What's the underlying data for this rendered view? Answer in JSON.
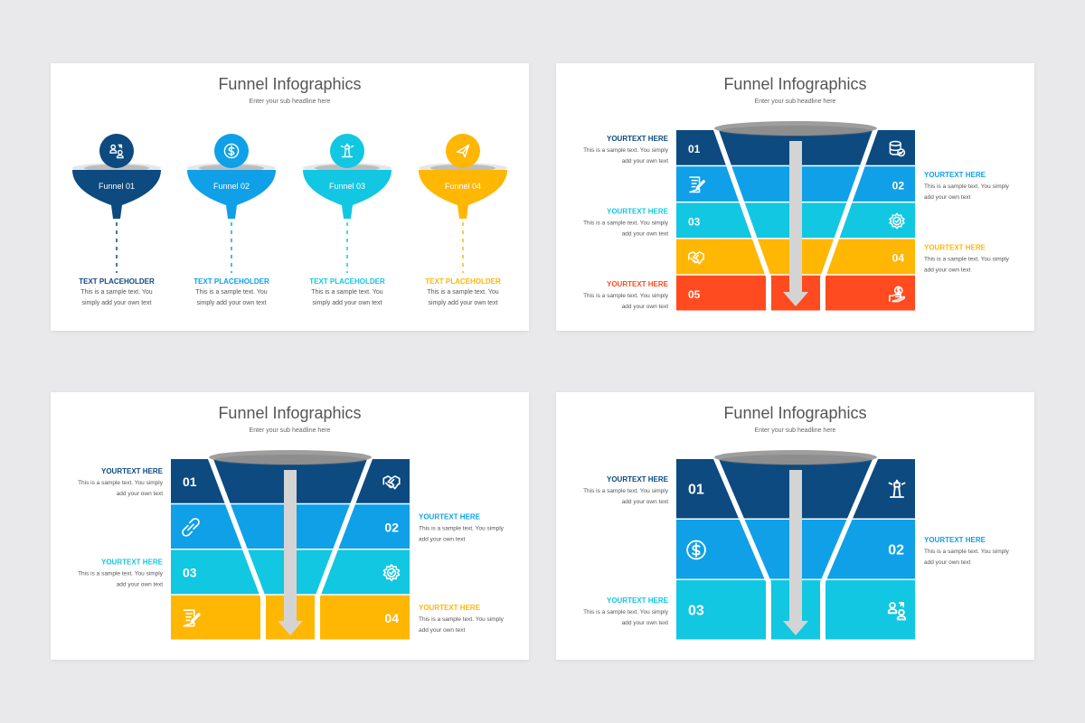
{
  "colors": {
    "navy": "#0c4a80",
    "blue": "#0fa0e8",
    "cyan": "#12c7e1",
    "yellow": "#ffb703",
    "orange": "#ff4b1f",
    "gray": "#c8c8c8",
    "text": "#555555"
  },
  "slide1": {
    "title": "Funnel Infographics",
    "subtitle": "Enter your sub headline here",
    "funnels": [
      {
        "label": "Funnel 01",
        "icon": "people-swap-icon",
        "color": "#0c4a80",
        "heading": "TEXT PLACEHOLDER",
        "line1": "This is a sample text. You",
        "line2": "simply add your own text"
      },
      {
        "label": "Funnel 02",
        "icon": "dollar-coin-icon",
        "color": "#0fa0e8",
        "heading": "TEXT PLACEHOLDER",
        "line1": "This is a sample text. You",
        "line2": "simply add your own text"
      },
      {
        "label": "Funnel 03",
        "icon": "lighthouse-icon",
        "color": "#12c7e1",
        "heading": "TEXT PLACEHOLDER",
        "line1": "This is a sample text. You",
        "line2": "simply add your own text"
      },
      {
        "label": "Funnel 04",
        "icon": "paper-plane-icon",
        "color": "#ffb703",
        "heading": "TEXT PLACEHOLDER",
        "line1": "This is a sample text. You",
        "line2": "simply add your own text"
      }
    ]
  },
  "slide2": {
    "title": "Funnel Infographics",
    "subtitle": "Enter your sub headline here",
    "bands": [
      {
        "num": "01",
        "side": "left",
        "icon": "database-check-icon",
        "color": "#0c4a80"
      },
      {
        "num": "02",
        "side": "right",
        "icon": "document-pen-icon",
        "color": "#0fa0e8"
      },
      {
        "num": "03",
        "side": "left",
        "icon": "gear-badge-icon",
        "color": "#12c7e1"
      },
      {
        "num": "04",
        "side": "right",
        "icon": "handshake-icon",
        "color": "#ffb703"
      },
      {
        "num": "05",
        "side": "left",
        "icon": "hand-coin-icon",
        "color": "#ff4b1f"
      }
    ],
    "notes": [
      {
        "heading": "YOURTEXT HERE",
        "line1": "This is a sample text. You simply",
        "line2": "add your own text",
        "color": "#0c4a80",
        "side": "left",
        "band": 0
      },
      {
        "heading": "YOURTEXT HERE",
        "line1": "This is a sample text. You simply",
        "line2": "add your own text",
        "color": "#0fa0e8",
        "side": "right",
        "band": 1
      },
      {
        "heading": "YOURTEXT HERE",
        "line1": "This is a sample text. You simply",
        "line2": "add your own text",
        "color": "#12c7e1",
        "side": "left",
        "band": 2
      },
      {
        "heading": "YOURTEXT HERE",
        "line1": "This is a sample text. You simply",
        "line2": "add your own text",
        "color": "#ffb703",
        "side": "right",
        "band": 3
      },
      {
        "heading": "YOURTEXT HERE",
        "line1": "This is a sample text. You simply",
        "line2": "add your own text",
        "color": "#ff4b1f",
        "side": "left",
        "band": 4
      }
    ]
  },
  "slide3": {
    "title": "Funnel Infographics",
    "subtitle": "Enter your sub headline here",
    "bands": [
      {
        "num": "01",
        "side": "left",
        "icon": "handshake-icon",
        "color": "#0c4a80"
      },
      {
        "num": "02",
        "side": "right",
        "icon": "link-icon",
        "color": "#0fa0e8"
      },
      {
        "num": "03",
        "side": "left",
        "icon": "gear-badge-icon",
        "color": "#12c7e1"
      },
      {
        "num": "04",
        "side": "right",
        "icon": "document-pen-icon",
        "color": "#ffb703"
      }
    ],
    "notes": [
      {
        "heading": "YOURTEXT HERE",
        "line1": "This is a sample text. You simply",
        "line2": "add your own text",
        "color": "#0c4a80",
        "side": "left",
        "band": 0
      },
      {
        "heading": "YOURTEXT HERE",
        "line1": "This is a sample text. You simply",
        "line2": "add your own text",
        "color": "#0fa0e8",
        "side": "right",
        "band": 1
      },
      {
        "heading": "YOURTEXT HERE",
        "line1": "This is a sample text. You simply",
        "line2": "add your own text",
        "color": "#12c7e1",
        "side": "left",
        "band": 2
      },
      {
        "heading": "YOURTEXT HERE",
        "line1": "This is a sample text. You simply",
        "line2": "add your own text",
        "color": "#ffb703",
        "side": "right",
        "band": 3
      }
    ]
  },
  "slide4": {
    "title": "Funnel Infographics",
    "subtitle": "Enter your sub headline here",
    "bands": [
      {
        "num": "01",
        "side": "left",
        "icon": "lighthouse-icon",
        "color": "#0c4a80"
      },
      {
        "num": "02",
        "side": "right",
        "icon": "dollar-coin-icon",
        "color": "#0fa0e8"
      },
      {
        "num": "03",
        "side": "left",
        "icon": "people-swap-icon",
        "color": "#12c7e1"
      }
    ],
    "notes": [
      {
        "heading": "YOURTEXT HERE",
        "line1": "This is a sample text. You simply",
        "line2": "add your own text",
        "color": "#0c4a80",
        "side": "left",
        "band": 0
      },
      {
        "heading": "YOURTEXT HERE",
        "line1": "This is a sample text. You simply",
        "line2": "add your own text",
        "color": "#0fa0e8",
        "side": "right",
        "band": 1
      },
      {
        "heading": "YOURTEXT HERE",
        "line1": "This is a sample text. You simply",
        "line2": "add your own text",
        "color": "#12c7e1",
        "side": "left",
        "band": 2
      }
    ]
  }
}
